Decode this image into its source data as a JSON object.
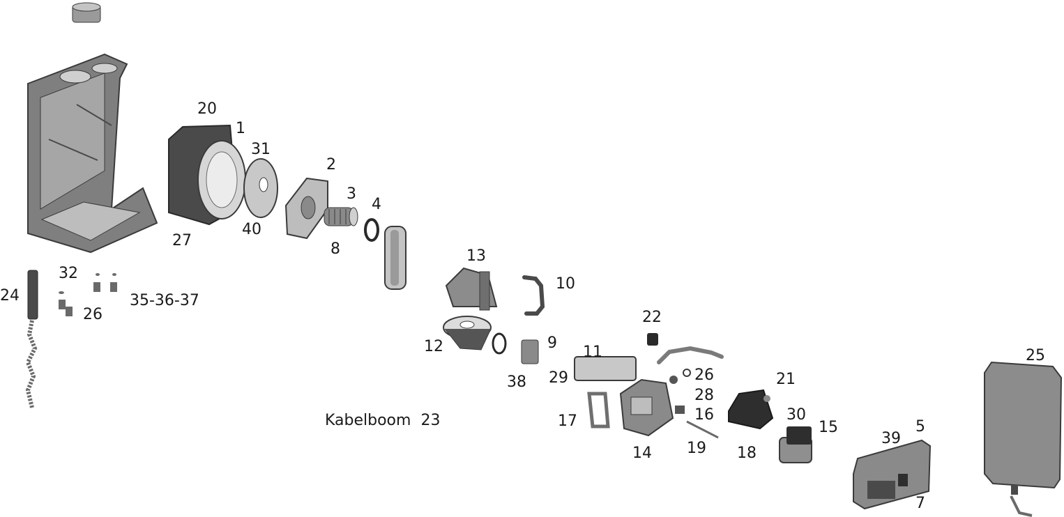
{
  "labels": {
    "l20": "20",
    "l1": "1",
    "l31": "31",
    "l2": "2",
    "l3": "3",
    "l4": "4",
    "l27": "27",
    "l40": "40",
    "l8": "8",
    "l13": "13",
    "l10": "10",
    "l32": "32",
    "l24": "24",
    "l26a": "26",
    "l353637": "35-36-37",
    "l22": "22",
    "l9": "9",
    "l12": "12",
    "l11": "11",
    "l38": "38",
    "l29": "29",
    "l26b": "26",
    "l21": "21",
    "l28": "28",
    "l16": "16",
    "l30": "30",
    "l15": "15",
    "l17": "17",
    "l39": "39",
    "l5": "5",
    "l14": "14",
    "l19": "19",
    "l18": "18",
    "l7": "7",
    "l25": "25",
    "kabelboom": "Kabelboom",
    "l23": "23"
  },
  "colors": {
    "part_dark": "#555555",
    "part_mid": "#8c8c8c",
    "part_light": "#c4c4c4",
    "part_lighter": "#dcdcdc",
    "outline": "#3a3a3a"
  }
}
